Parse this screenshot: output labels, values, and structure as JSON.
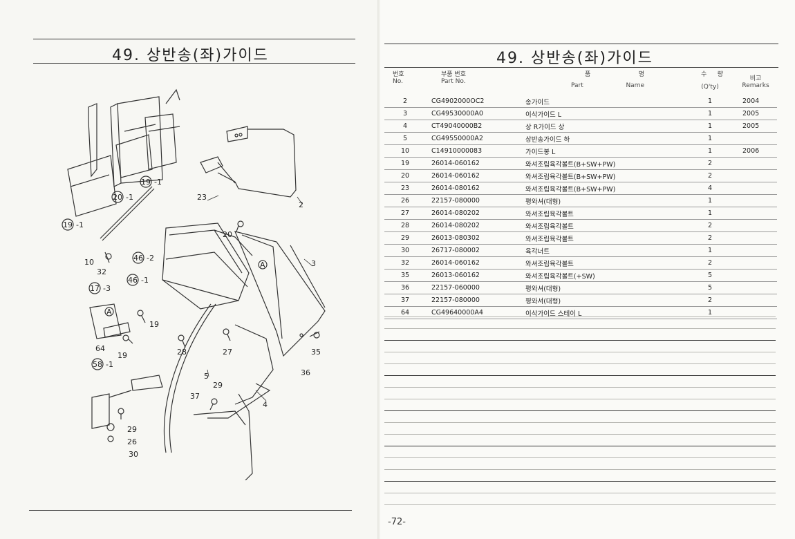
{
  "left_page": {
    "title": "49. 상반송(좌)가이드",
    "callouts": {
      "c2": "2",
      "c3": "3",
      "c4": "4",
      "c5": "5",
      "c10": "10",
      "c19a": "19",
      "c19b": "19",
      "c19c": "19",
      "c20": "20",
      "c23": "23",
      "c26": "26",
      "c27": "27",
      "c28": "28",
      "c29a": "29",
      "c29b": "29",
      "c30": "30",
      "c32": "32",
      "c35": "35",
      "c36": "36",
      "c37": "37",
      "c64": "64",
      "b19_1a": "19",
      "b19_1b": "19",
      "b20_1": "20",
      "b17_3": "17",
      "b46_1": "46",
      "b46_2": "46",
      "b58_1": "58",
      "suffix_1": "-1",
      "suffix_2": "-2",
      "suffix_3": "-3",
      "ref_a": "A"
    }
  },
  "right_page": {
    "title": "49. 상반송(좌)가이드",
    "headers": {
      "no_ko": "번호",
      "no_en": "No.",
      "part_ko": "부품 번호",
      "part_en": "Part No.",
      "name_ko_1": "품",
      "name_ko_2": "명",
      "name_en_1": "Part",
      "name_en_2": "Name",
      "qty_ko_1": "수",
      "qty_ko_2": "량",
      "qty_en": "(Q'ty)",
      "remarks_ko": "비고",
      "remarks_en": "Remarks"
    },
    "rows": [
      {
        "no": "2",
        "part": "CG4902000OC2",
        "name": "송가이드",
        "qty": "1",
        "remarks": "2004"
      },
      {
        "no": "3",
        "part": "CG49530000A0",
        "name": "이삭가이드 L",
        "qty": "1",
        "remarks": "2005"
      },
      {
        "no": "4",
        "part": "CT49040000B2",
        "name": "상 R가이드 상",
        "qty": "1",
        "remarks": "2005"
      },
      {
        "no": "5",
        "part": "CG49550000A2",
        "name": "상반송가이드 하",
        "qty": "1",
        "remarks": ""
      },
      {
        "no": "10",
        "part": "C14910000083",
        "name": "가이드봉 L",
        "qty": "1",
        "remarks": "2006"
      },
      {
        "no": "19",
        "part": "26014-060162",
        "name": "와셔조립육각볼트(B+SW+PW)",
        "qty": "2",
        "remarks": ""
      },
      {
        "no": "20",
        "part": "26014-060162",
        "name": "와셔조립육각볼트(B+SW+PW)",
        "qty": "2",
        "remarks": ""
      },
      {
        "no": "23",
        "part": "26014-080162",
        "name": "와셔조립육각볼트(B+SW+PW)",
        "qty": "4",
        "remarks": ""
      },
      {
        "no": "26",
        "part": "22157-080000",
        "name": "평와셔(대형)",
        "qty": "1",
        "remarks": ""
      },
      {
        "no": "27",
        "part": "26014-080202",
        "name": "와셔조립육각볼트",
        "qty": "1",
        "remarks": ""
      },
      {
        "no": "28",
        "part": "26014-080202",
        "name": "와셔조립육각볼트",
        "qty": "2",
        "remarks": ""
      },
      {
        "no": "29",
        "part": "26013-080302",
        "name": "와셔조립육각볼트",
        "qty": "2",
        "remarks": ""
      },
      {
        "no": "30",
        "part": "26717-080002",
        "name": "육각너트",
        "qty": "1",
        "remarks": ""
      },
      {
        "no": "32",
        "part": "26014-060162",
        "name": "와셔조립육각볼트",
        "qty": "2",
        "remarks": ""
      },
      {
        "no": "35",
        "part": "26013-060162",
        "name": "와셔조립육각볼트(+SW)",
        "qty": "5",
        "remarks": ""
      },
      {
        "no": "36",
        "part": "22157-060000",
        "name": "평와셔(대형)",
        "qty": "5",
        "remarks": ""
      },
      {
        "no": "37",
        "part": "22157-080000",
        "name": "평와셔(대형)",
        "qty": "2",
        "remarks": ""
      },
      {
        "no": "64",
        "part": "CG49640000A4",
        "name": "이삭가이드 스테이 L",
        "qty": "1",
        "remarks": ""
      }
    ],
    "page_number": "-72-"
  }
}
